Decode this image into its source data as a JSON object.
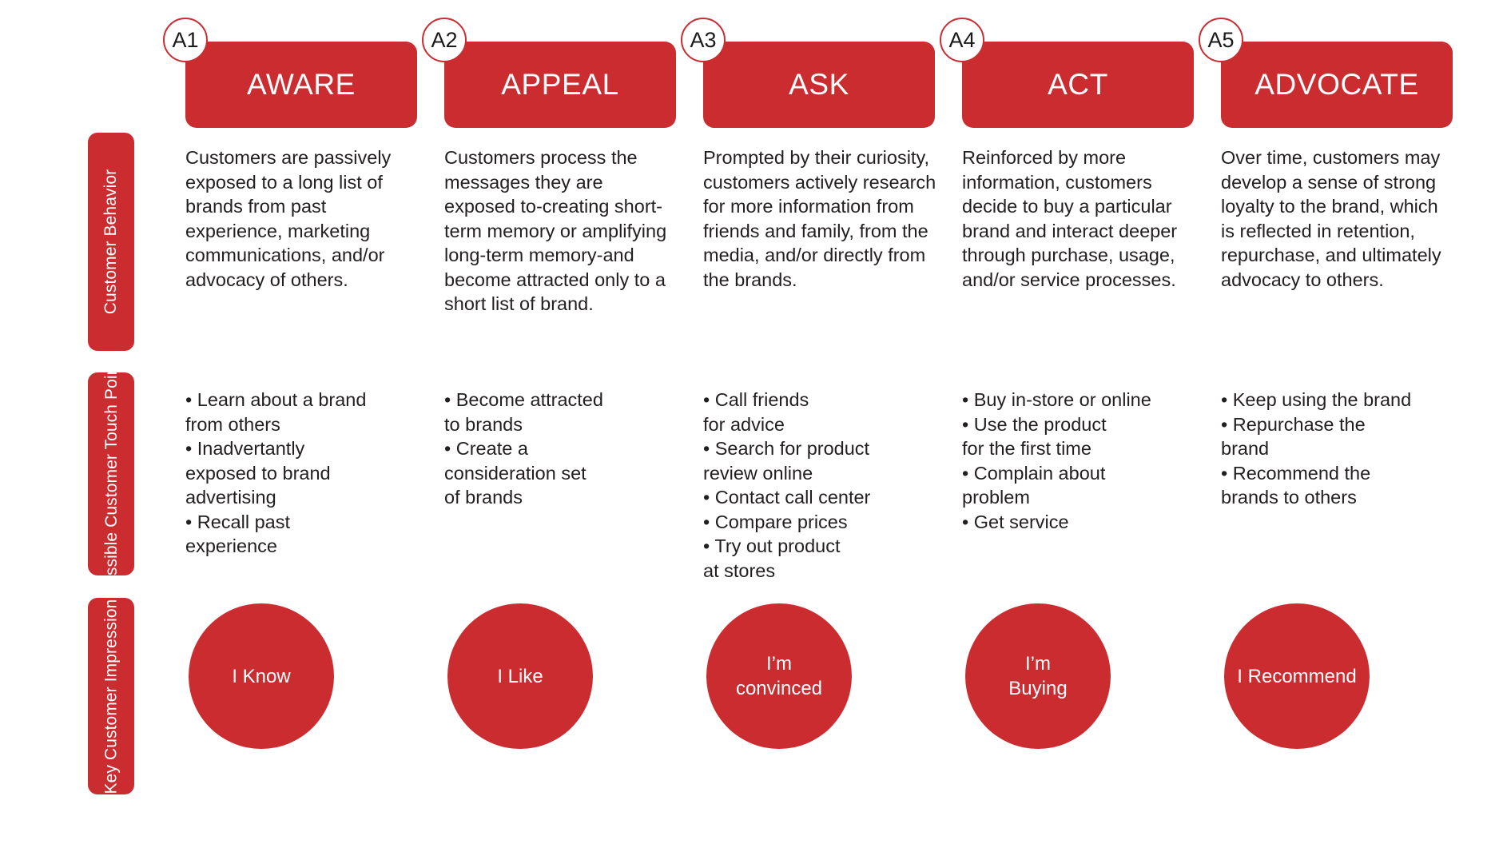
{
  "theme": {
    "brand_red": "#CB2C30",
    "text_color": "#231f20",
    "background": "#ffffff"
  },
  "row_labels": {
    "behavior": "Customer Behavior",
    "touchpoints": "Possible Customer\nTouch Points",
    "impression": "Key Customer\nImpression"
  },
  "columns": [
    {
      "badge": "A1",
      "stage": "AWARE",
      "behavior": "Customers are passively exposed to a long list of brands from past experience, marketing communications, and/or advocacy of others.",
      "touchpoints": "• Learn about a brand\nfrom others\n• Inadvertantly\nexposed to brand\nadvertising\n• Recall past\nexperience",
      "impression": "I Know"
    },
    {
      "badge": "A2",
      "stage": "APPEAL",
      "behavior": "Customers process the messages they are exposed to-creating short-term memory or amplifying long-term memory-and become attracted only to a short list of brand.",
      "touchpoints": "• Become attracted\nto brands\n• Create a\nconsideration set\nof brands",
      "impression": "I Like"
    },
    {
      "badge": "A3",
      "stage": "ASK",
      "behavior": "Prompted by their curiosity, customers actively research for more information from friends and family, from the media, and/or directly from the brands.",
      "touchpoints": "• Call friends\nfor advice\n• Search for product\nreview online\n• Contact call center\n• Compare prices\n• Try out product\nat stores",
      "impression": "I’m\nconvinced"
    },
    {
      "badge": "A4",
      "stage": "ACT",
      "behavior": "Reinforced by more information, customers decide to buy a particular brand and interact deeper through purchase, usage, and/or service processes.",
      "touchpoints": "• Buy in-store or online\n• Use the product\nfor the first time\n• Complain about\nproblem\n• Get service",
      "impression": "I’m\nBuying"
    },
    {
      "badge": "A5",
      "stage": "ADVOCATE",
      "behavior": "Over time, customers may develop a sense of strong loyalty to the brand, which is reflected in retention, repurchase, and ultimately advocacy to others.",
      "touchpoints": "• Keep using the brand\n• Repurchase the\nbrand\n• Recommend the\nbrands to others",
      "impression": "I Recommend"
    }
  ]
}
